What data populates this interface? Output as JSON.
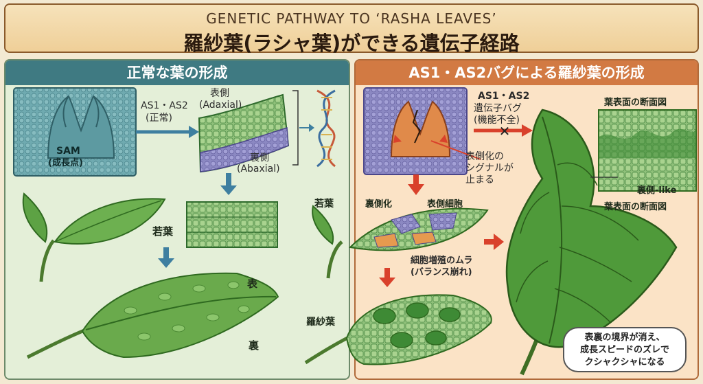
{
  "header": {
    "title_en": "GENETIC PATHWAY TO ‘RASHA LEAVES’",
    "title_jp": "羅紗葉(ラシャ葉)ができる遺伝子経路"
  },
  "left": {
    "heading": "正常な葉の形成",
    "sam_label": "SAM",
    "sam_sub": "(成長点)",
    "as_label": "AS1・AS2",
    "as_sub": "(正常)",
    "adaxial_label": "表側",
    "adaxial_sub": "(Adaxial)",
    "abaxial_label": "裏側",
    "abaxial_sub": "(Abaxial)",
    "young_leaf": "若葉",
    "front": "表",
    "back": "裏"
  },
  "right": {
    "heading": "AS1・AS2バグによる羅紗葉の形成",
    "as_bug_label": "AS1・AS2",
    "as_bug_line2": "遺伝子バグ",
    "as_bug_line3": "(機能不全)",
    "signal_line1": "表側化の",
    "signal_line2": "シグナルが",
    "signal_line3": "止まる",
    "young_leaf": "若葉",
    "abaxialized": "裏側化",
    "adaxial_cell": "表側細胞",
    "uneven_line1": "細胞増殖のムラ",
    "uneven_line2": "(バランス崩れ)",
    "rasha_leaf": "羅紗葉",
    "section_top": "葉表面の断面図",
    "abaxial_like": "裏側-like",
    "section_bottom": "葉表面の断面図",
    "bubble_line1": "表裏の境界が消え、",
    "bubble_line2": "成長スピードのズレで",
    "bubble_line3": "クシャクシャになる"
  },
  "colors": {
    "left_head": "#3f7a82",
    "right_head": "#d27a43",
    "arrow_left": "#3e7fa0",
    "arrow_right": "#d9412b",
    "leaf_green": "#4f9a3a"
  }
}
